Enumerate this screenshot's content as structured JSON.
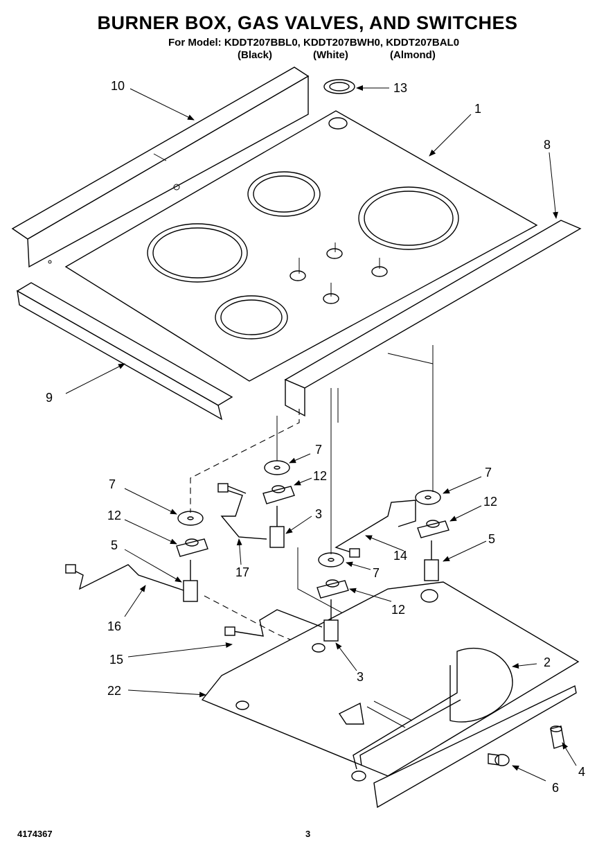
{
  "header": {
    "title": "BURNER BOX, GAS VALVES, AND SWITCHES",
    "model_prefix": "For Model:",
    "models": "KDDT207BBL0, KDDT207BWH0, KDDT207BAL0",
    "variants": [
      "(Black)",
      "(White)",
      "(Almond)"
    ]
  },
  "callouts": [
    {
      "id": "c10",
      "label": "10"
    },
    {
      "id": "c13",
      "label": "13"
    },
    {
      "id": "c1",
      "label": "1"
    },
    {
      "id": "c8",
      "label": "8"
    },
    {
      "id": "c9",
      "label": "9"
    },
    {
      "id": "c7a",
      "label": "7"
    },
    {
      "id": "c12a",
      "label": "12"
    },
    {
      "id": "c7b",
      "label": "7"
    },
    {
      "id": "c12b",
      "label": "12"
    },
    {
      "id": "c3a",
      "label": "3"
    },
    {
      "id": "c7c",
      "label": "7"
    },
    {
      "id": "c12c",
      "label": "12"
    },
    {
      "id": "c5a",
      "label": "5"
    },
    {
      "id": "c5b",
      "label": "5"
    },
    {
      "id": "c14",
      "label": "14"
    },
    {
      "id": "c17",
      "label": "17"
    },
    {
      "id": "c7d",
      "label": "7"
    },
    {
      "id": "c12d",
      "label": "12"
    },
    {
      "id": "c16",
      "label": "16"
    },
    {
      "id": "c15",
      "label": "15"
    },
    {
      "id": "c3b",
      "label": "3"
    },
    {
      "id": "c2",
      "label": "2"
    },
    {
      "id": "c22",
      "label": "22"
    },
    {
      "id": "c4",
      "label": "4"
    },
    {
      "id": "c6",
      "label": "6"
    }
  ],
  "footer": {
    "part_number": "4174367",
    "page": "3"
  }
}
